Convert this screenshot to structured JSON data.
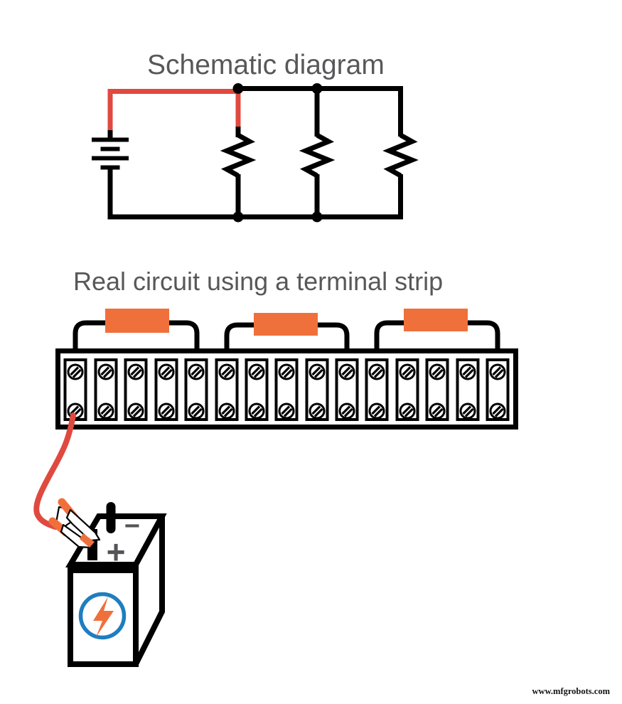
{
  "colors": {
    "highlight_red": "#e0493f",
    "resistor_orange": "#f0703c",
    "logo_blue": "#1e7ec0",
    "title_gray": "#58585a",
    "wire_black": "#000000"
  },
  "schematic": {
    "title": "Schematic diagram",
    "circuit": "battery in parallel with three resistors",
    "resistor_count": 3,
    "highlighted_wire": "battery positive terminal to top of first resistor (shown red)"
  },
  "real_circuit": {
    "title": "Real circuit using a terminal strip",
    "terminal_count": 15,
    "resistors": [
      {
        "name": "resistor-1",
        "from_terminal": 1,
        "to_terminal": 5
      },
      {
        "name": "resistor-2",
        "from_terminal": 6,
        "to_terminal": 10
      },
      {
        "name": "resistor-3",
        "from_terminal": 11,
        "to_terminal": 15
      }
    ],
    "battery": {
      "minus_label": "−",
      "plus_label": "+",
      "logo": "lightning-bolt-in-circle",
      "red_lead": "from terminal 1 bottom screw to alligator clip on positive post"
    }
  },
  "watermark": {
    "text": "www.mfgrobots.com"
  }
}
